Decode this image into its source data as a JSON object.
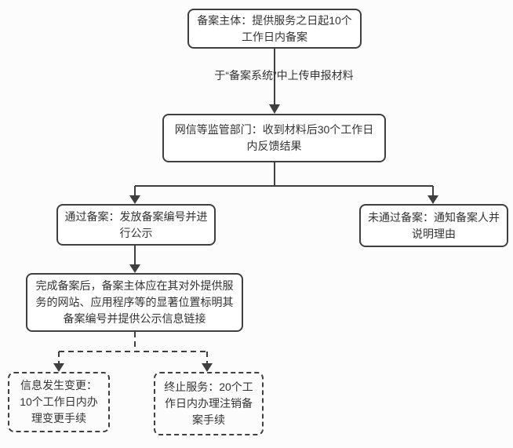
{
  "colors": {
    "background": "#fcfcfc",
    "line": "#3f3f3f",
    "box_border": "#3f3f3f",
    "box_fill": "#ffffff",
    "text": "#333333"
  },
  "flowchart": {
    "nodes": {
      "subject": {
        "text": "备案主体：提供服务之日起10个\n工作日内备案"
      },
      "regulator": {
        "text": "网信等监管部门：收到材料后30个工作日\n内反馈结果"
      },
      "approved": {
        "text": "通过备案：发放备案编号并进\n行公示"
      },
      "rejected": {
        "text": "未通过备案：通知备案人并\n说明理由"
      },
      "display": {
        "text": "完成备案后，备案主体应在其对外提供服\n务的网站、应用程序等的显著位置标明其\n备案编号并提供公示信息链接"
      },
      "change": {
        "text": "信息发生变更：\n10个工作日内办\n理变更手续"
      },
      "terminate": {
        "text": "终止服务：20个工\n作日内办理注销备\n案手续"
      }
    },
    "edge_labels": {
      "upload": "于“备案系统”中上传申报材料"
    }
  }
}
